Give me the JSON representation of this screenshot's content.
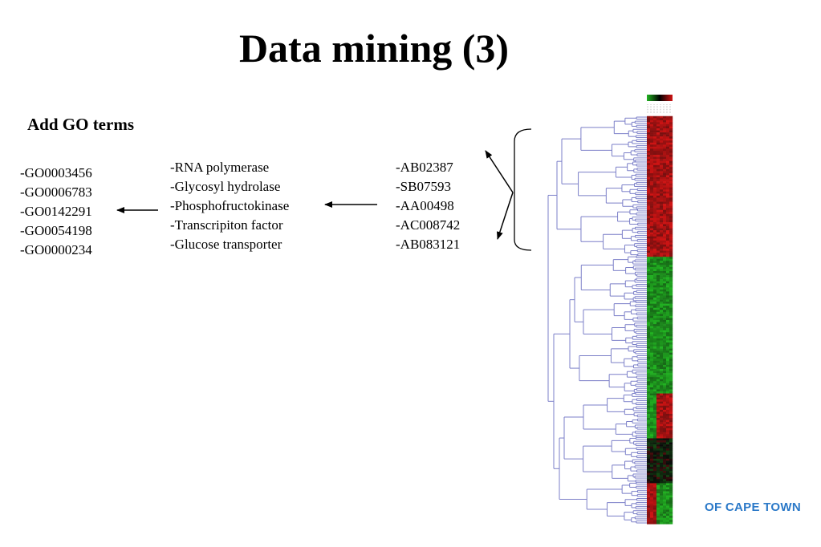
{
  "title": "Data mining (3)",
  "subtitle": "Add GO terms",
  "go_terms": [
    "-GO0003456",
    "-GO0006783",
    "-GO0142291",
    "-GO0054198",
    "-GO0000234"
  ],
  "functions": [
    "-RNA polymerase",
    "-Glycosyl hydrolase",
    "-Phosphofructokinase",
    "-Transcripiton factor",
    "-Glucose transporter"
  ],
  "accessions": [
    "-AB02387",
    "-SB07593",
    "-AA00498",
    "-AC008742",
    "-AB083121"
  ],
  "logo": {
    "text": "OF CAPE TOWN",
    "color": "#2b79c8"
  },
  "colors": {
    "dendrogram": "#7b7fc8",
    "heatmap_red": "#d21414",
    "heatmap_green": "#22b422",
    "heatmap_black": "#0a0a0a",
    "arrow": "#000000"
  }
}
